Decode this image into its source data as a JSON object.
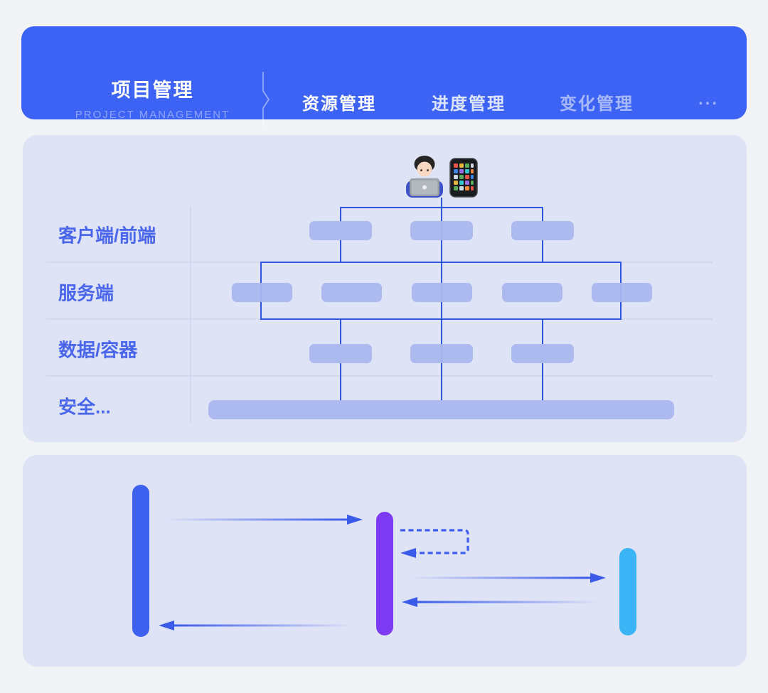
{
  "header": {
    "title": "项目管理",
    "subtitle": "PROJECT MANAGEMENT",
    "background": "#3d63f5",
    "tabs": [
      {
        "label": "资源管理",
        "emphasis": "high"
      },
      {
        "label": "进度管理",
        "emphasis": "medium"
      },
      {
        "label": "变化管理",
        "emphasis": "low"
      },
      {
        "label": "...",
        "emphasis": "low"
      }
    ]
  },
  "architecture_panel": {
    "background": "#dfe3f6",
    "icons": [
      {
        "name": "technologist-emoji"
      },
      {
        "name": "smartphone-emoji"
      }
    ],
    "rows": [
      {
        "label": "客户端/前端",
        "boxes": 3
      },
      {
        "label": "服务端",
        "boxes": 5
      },
      {
        "label": "数据/容器",
        "boxes": 3
      },
      {
        "label": "安全...",
        "boxes": 1
      }
    ],
    "box_color": "#a9b7ef",
    "line_color": "#2f55e0",
    "label_color": "#4a66ea"
  },
  "sequence_panel": {
    "background": "#dfe3f6",
    "lifelines": [
      {
        "name": "lifeline-blue",
        "color": "#3e60ee"
      },
      {
        "name": "lifeline-purple",
        "color": "#7c3af3"
      },
      {
        "name": "lifeline-cyan",
        "color": "#3ab4f4"
      }
    ],
    "messages": [
      {
        "from": "lifeline-blue",
        "to": "lifeline-purple",
        "style": "solid-fading-tail"
      },
      {
        "from": "lifeline-purple",
        "to": "lifeline-purple",
        "style": "dashed-self-loop"
      },
      {
        "from": "lifeline-purple",
        "to": "lifeline-cyan",
        "style": "solid-fading-tail"
      },
      {
        "from": "lifeline-cyan",
        "to": "lifeline-purple",
        "style": "solid-fading-tail"
      },
      {
        "from": "lifeline-purple",
        "to": "lifeline-blue",
        "style": "solid-fading-tail"
      }
    ],
    "arrow_color": "#3b5ce8"
  }
}
